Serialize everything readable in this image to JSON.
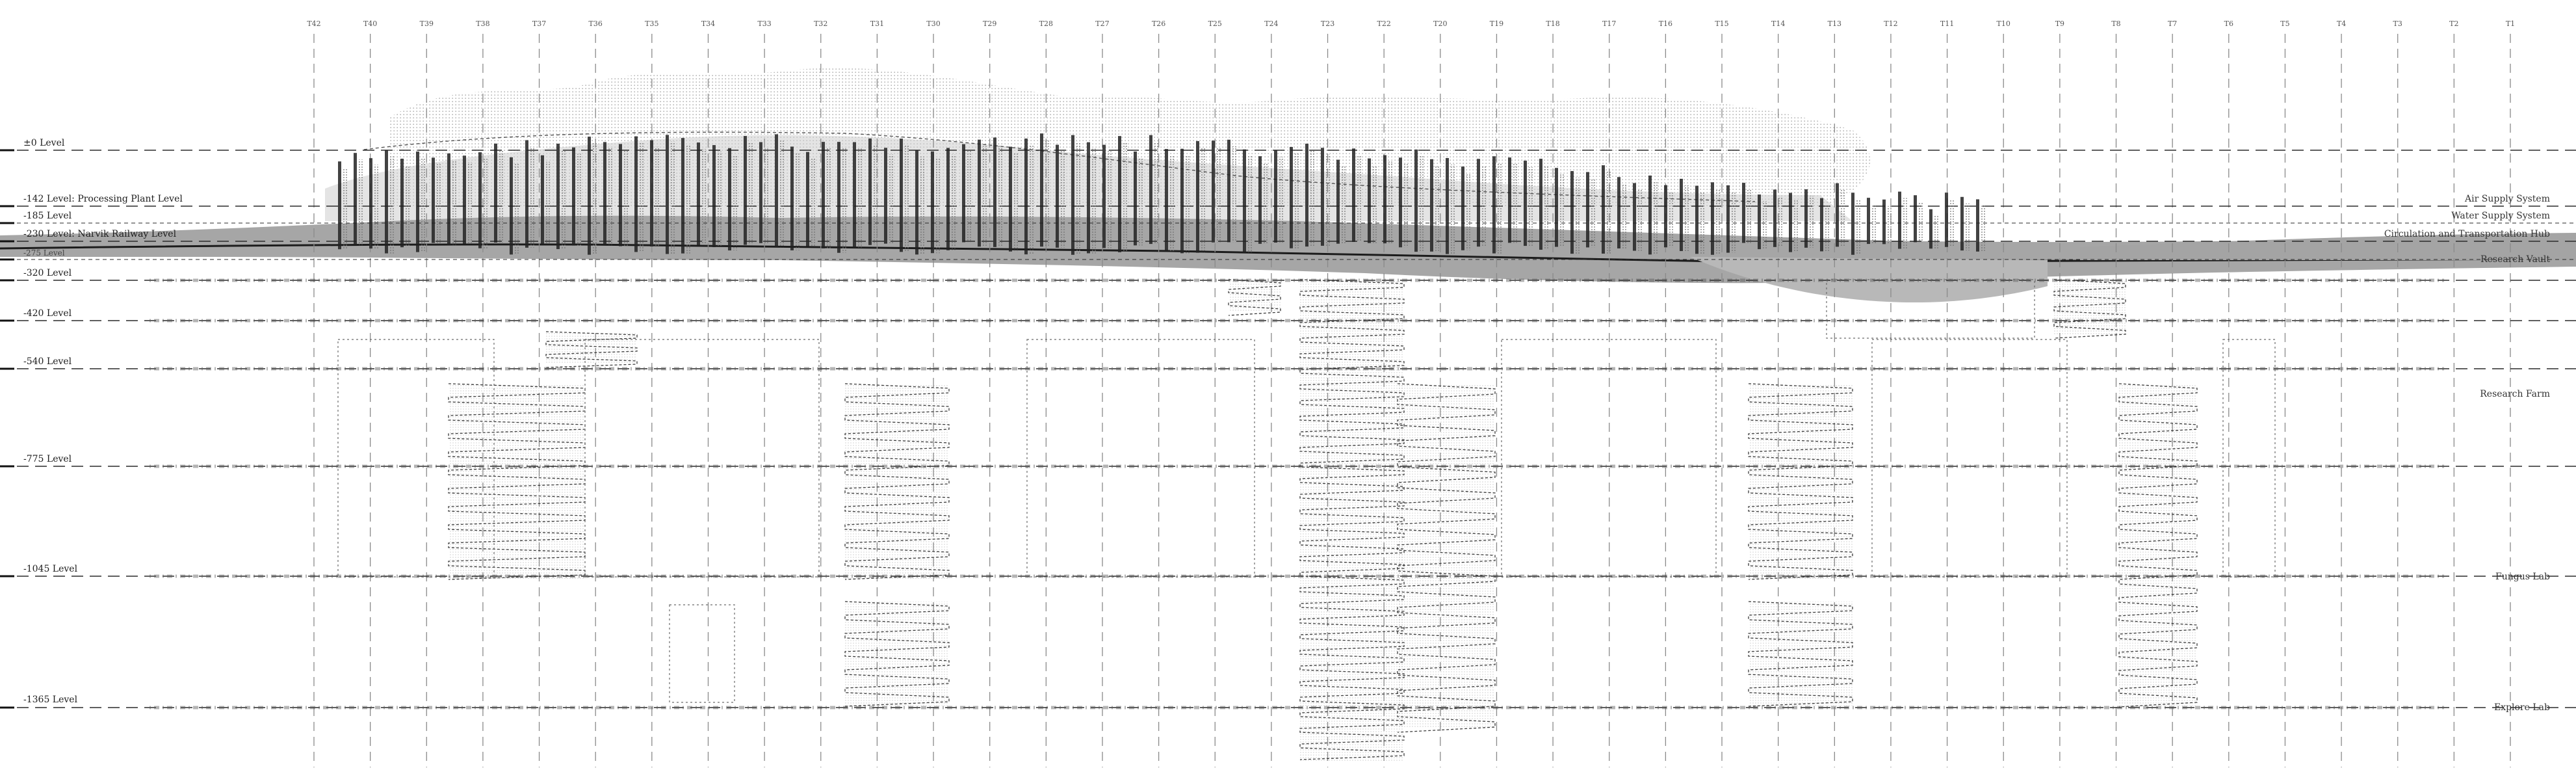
{
  "grid_labels": [
    "T42",
    "T40",
    "T39",
    "T38",
    "T37",
    "T36",
    "T35",
    "T34",
    "T33",
    "T32",
    "T31",
    "T30",
    "T29",
    "T28",
    "T27",
    "T26",
    "T25",
    "T24",
    "T23",
    "T22",
    "T20",
    "T19",
    "T18",
    "T17",
    "T16",
    "T15",
    "T14",
    "T13",
    "T12",
    "T11",
    "T10",
    "T9",
    "T8",
    "T7",
    "T6",
    "T5",
    "T4",
    "T3",
    "T2",
    "T1"
  ],
  "levels": [
    {
      "label": "±0 Level",
      "style": "long"
    },
    {
      "label": "-142 Level: Processing Plant Level",
      "style": "long"
    },
    {
      "label": "-185 Level",
      "style": "short"
    },
    {
      "label": "-230 Level: Narvik Railway Level",
      "style": "long"
    },
    {
      "label": "-275 Level",
      "style": "short"
    },
    {
      "label": "-320 Level",
      "style": "long"
    },
    {
      "label": "-420 Level",
      "style": "long"
    },
    {
      "label": "-540 Level",
      "style": "long"
    },
    {
      "label": "-775 Level",
      "style": "long"
    },
    {
      "label": "-1045 Level",
      "style": "long"
    },
    {
      "label": "-1365 Level",
      "style": "long"
    }
  ],
  "systems": [
    {
      "label": "Air Supply System"
    },
    {
      "label": "Water Supply System"
    },
    {
      "label": "Circulation and Transportation Hub"
    },
    {
      "label": "Research Vault"
    },
    {
      "label": "Research Farm"
    },
    {
      "label": "Fungus Lab"
    },
    {
      "label": "Explore Lab"
    }
  ],
  "colors": {
    "ink": "#1a1a1a",
    "terrain": "#a9a9a9",
    "cloud": "#d4d4d4",
    "grid": "#8a8a8a"
  }
}
